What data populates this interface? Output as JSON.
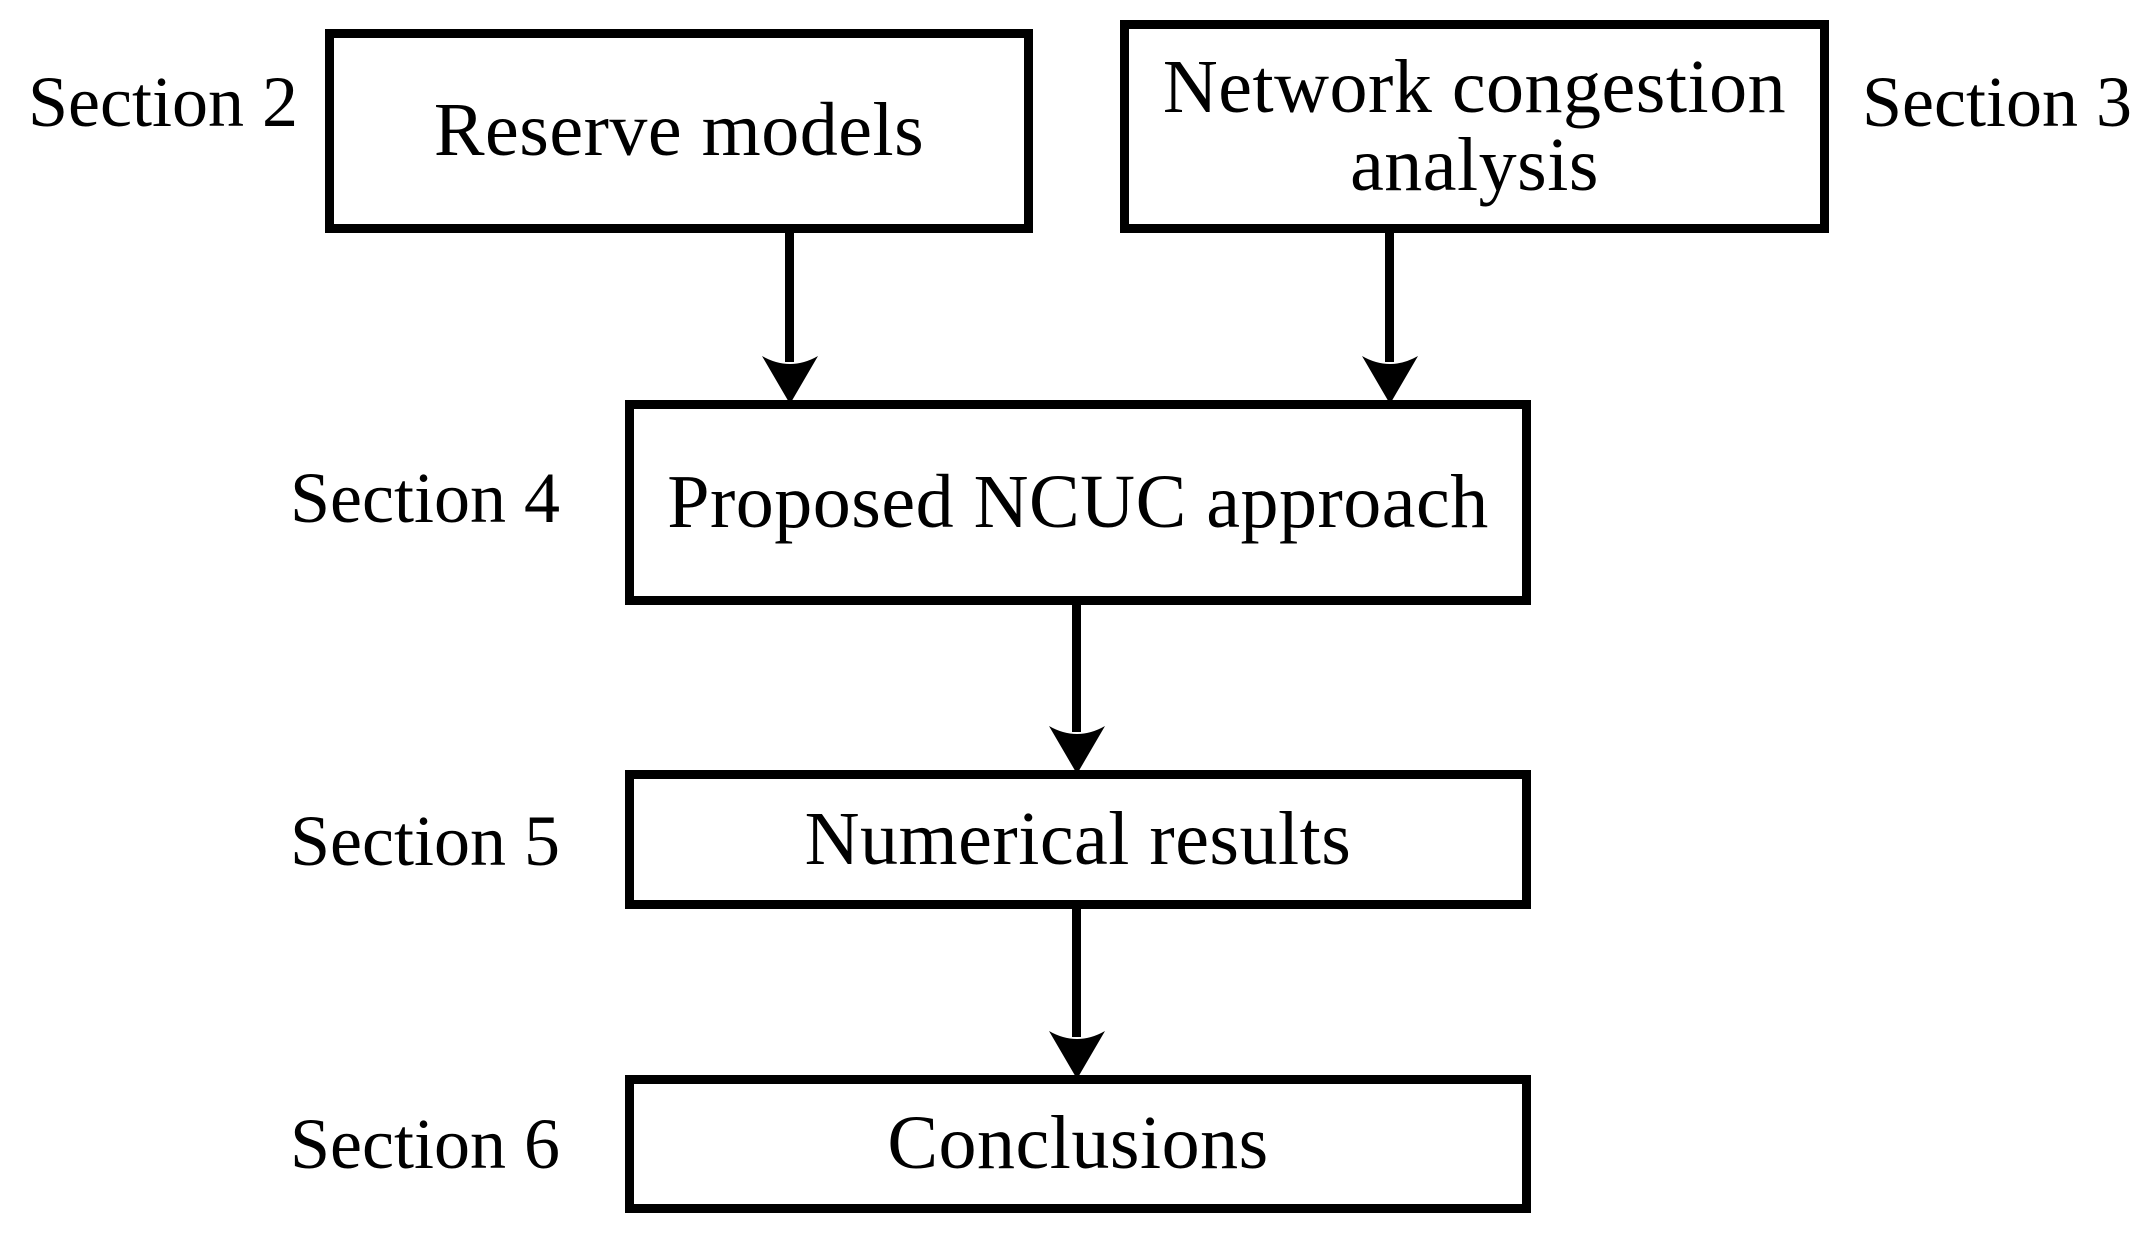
{
  "figure": {
    "kind": "flowchart",
    "orientation": "top-to-bottom",
    "background_color": "#ffffff",
    "stroke_color": "#000000"
  },
  "boxes": [
    {
      "id": "reserve-models",
      "label": "Reserve models",
      "section": "Section 2"
    },
    {
      "id": "network-congestion",
      "label": "Network congestion\nanalysis",
      "section": "Section 3"
    },
    {
      "id": "ncuc-approach",
      "label": "Proposed NCUC approach",
      "section": "Section 4"
    },
    {
      "id": "numerical-results",
      "label": "Numerical results",
      "section": "Section 5"
    },
    {
      "id": "conclusions",
      "label": "Conclusions",
      "section": "Section 6"
    }
  ],
  "section_labels": {
    "two": "Section 2",
    "three": "Section 3",
    "four": "Section 4",
    "five": "Section 5",
    "six": "Section 6"
  },
  "connectors": [
    {
      "id": "reserve-to-ncuc",
      "from": "reserve-models",
      "to": "ncuc-approach",
      "style": "solid-arrow-down"
    },
    {
      "id": "congestion-to-ncuc",
      "from": "network-congestion",
      "to": "ncuc-approach",
      "style": "solid-arrow-down"
    },
    {
      "id": "ncuc-to-numerical",
      "from": "ncuc-approach",
      "to": "numerical-results",
      "style": "solid-arrow-down"
    },
    {
      "id": "numerical-to-conclusions",
      "from": "numerical-results",
      "to": "conclusions",
      "style": "solid-arrow-down"
    }
  ]
}
